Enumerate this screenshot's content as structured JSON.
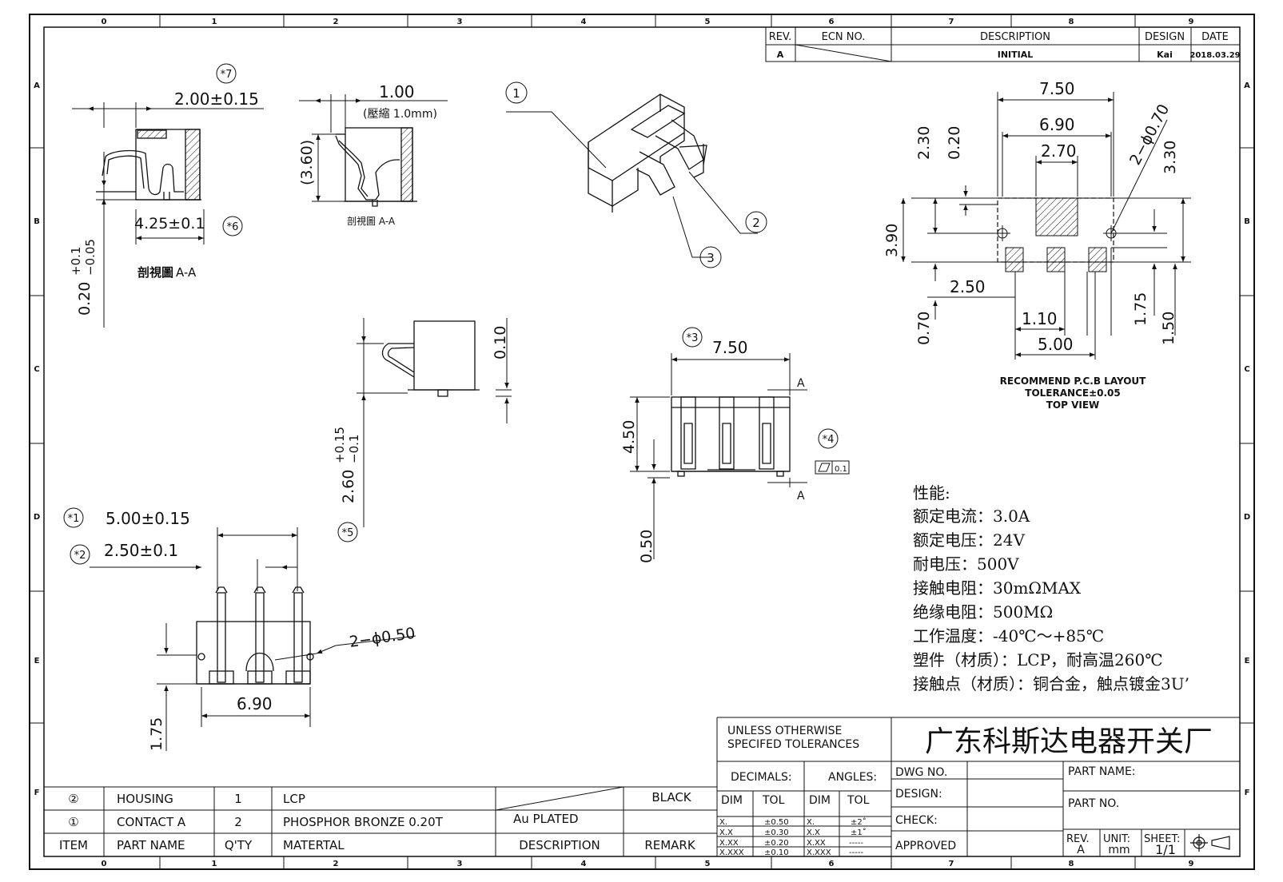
{
  "grid": {
    "cols_top": [
      "0",
      "1",
      "2",
      "3",
      "4",
      "5",
      "6",
      "7",
      "8",
      "9"
    ],
    "cols_bottom": [
      "0",
      "1",
      "2",
      "3",
      "4",
      "5",
      "6",
      "7",
      "8",
      "9"
    ],
    "rows": [
      "A",
      "B",
      "C",
      "D",
      "E",
      "F"
    ]
  },
  "revision": {
    "headers": {
      "rev": "REV.",
      "ecn": "ECN NO.",
      "desc": "DESCRIPTION",
      "design": "DESIGN",
      "date": "DATE"
    },
    "row": {
      "rev": "A",
      "ecn": "",
      "desc": "INITIAL",
      "design": "Kai",
      "date": "2018.03.29"
    }
  },
  "views": {
    "section1": {
      "callout": "*7",
      "dim_top": "2.00±0.15",
      "dim_bottom": "4.25±0.1",
      "callout2": "*6",
      "dim_vert_base": "0.20",
      "dim_vert_sup": "+0.1",
      "dim_vert_sub": "−0.05",
      "caption_bold": "剖視圖",
      "caption": "A-A"
    },
    "section2": {
      "dim_top": "1.00",
      "note": "(壓縮 1.0mm)",
      "dim_vert": "(3.60)",
      "caption": "剖視圖 A-A"
    },
    "iso": {
      "b1": "1",
      "b2": "2",
      "b3": "3"
    },
    "side": {
      "dim": "0.10",
      "dim_vert_base": "2.60",
      "dim_vert_sup": "+0.15",
      "dim_vert_sub": "−0.1",
      "callout": "*5"
    },
    "front": {
      "callout": "*3",
      "dim_w": "7.50",
      "datum_top": "A",
      "dim_h": "4.50",
      "callout4": "*4",
      "flat_tol": "0.1",
      "datum_bot": "A",
      "dim_foot": "0.50"
    },
    "bottom": {
      "c1": "*1",
      "d1": "5.00±0.15",
      "c2": "*2",
      "d2": "2.50±0.1",
      "hole": "2−ϕ0.50",
      "dim_w": "6.90",
      "dim_h": "1.75"
    },
    "pcb": {
      "d750": "7.50",
      "d690": "6.90",
      "d270": "2.70",
      "d230": "2.30",
      "d020": "0.20",
      "d330": "3.30",
      "dphi": "2−ϕ0.70",
      "d390": "3.90",
      "d250": "2.50",
      "d070": "0.70",
      "d110": "1.10",
      "d500": "5.00",
      "d175": "1.75",
      "d150": "1.50",
      "cap1": "RECOMMEND P.C.B LAYOUT",
      "cap2": "TOLERANCE±0.05",
      "cap3": "TOP VIEW"
    }
  },
  "specs": {
    "title": "性能:",
    "lines": [
      "额定电流：3.0A",
      "额定电压：24V",
      "耐电压：500V",
      "接触电阻：30mΩMAX",
      "绝缘电阻：500MΩ",
      "工作温度：-40℃～+85℃",
      "塑件（材质）：LCP，耐高温260℃",
      "接触点（材质）：铜合金，触点镀金3U’"
    ]
  },
  "bom": {
    "rows": [
      {
        "item": "②",
        "name": "HOUSING",
        "qty": "1",
        "material": "LCP",
        "desc": "",
        "remark": "BLACK"
      },
      {
        "item": "①",
        "name": "CONTACT A",
        "qty": "2",
        "material": "PHOSPHOR BRONZE 0.20T",
        "desc": "Au PLATED",
        "remark": ""
      }
    ],
    "header": {
      "item": "ITEM",
      "name": "PART NAME",
      "qty": "Q'TY",
      "material": "MATERTAL",
      "desc": "DESCRIPTION",
      "remark": "REMARK"
    }
  },
  "titleblock": {
    "tol_title1": "UNLESS OTHERWISE",
    "tol_title2": "SPECIFED TOLERANCES",
    "decimals": "DECIMALS:",
    "angles": "ANGLES:",
    "dim": "DIM",
    "tol": "TOL",
    "dec_rows": [
      [
        "X.",
        "±0.50"
      ],
      [
        "X.X",
        "±0.30"
      ],
      [
        "X.XX",
        "±0.20"
      ],
      [
        "X.XXX",
        "±0.10"
      ]
    ],
    "ang_rows": [
      [
        "X.",
        "±2˚"
      ],
      [
        "X.X",
        "±1˚"
      ],
      [
        "X.XX",
        "-----"
      ],
      [
        "X.XXX",
        "-----"
      ]
    ],
    "company": "广东科斯达电器开关厂",
    "dwg_no": "DWG NO.",
    "design": "DESIGN:",
    "check": "CHECK:",
    "approved": "APPROVED",
    "part_name": "PART NAME:",
    "part_no": "PART NO.",
    "rev_label": "REV.",
    "rev": "A",
    "unit_label": "UNIT:",
    "unit": "mm",
    "sheet_label": "SHEET:",
    "sheet": "1/1"
  }
}
